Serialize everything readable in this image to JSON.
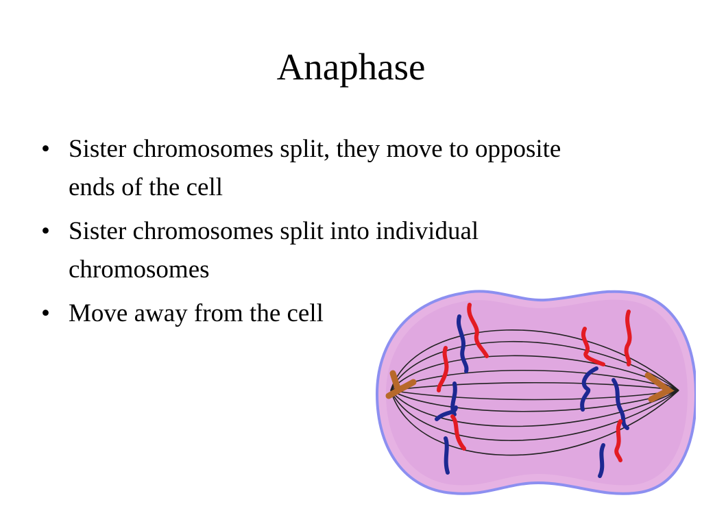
{
  "slide": {
    "title": "Anaphase",
    "bullet_symbol": "•",
    "bullets": [
      "Sister chromosomes split, they move to opposite ends of the cell",
      "Sister chromosomes split into individual chromosomes",
      "Move away from the cell"
    ]
  },
  "figure": {
    "colors": {
      "membrane": "#8c8ff0",
      "cytoplasm": "#e6b2e3",
      "inner": "#e0a8e0",
      "spindle": "#222222",
      "red_chromosome": "#e31b23",
      "blue_chromosome": "#1c2891",
      "centrosome": "#b7692a"
    }
  }
}
